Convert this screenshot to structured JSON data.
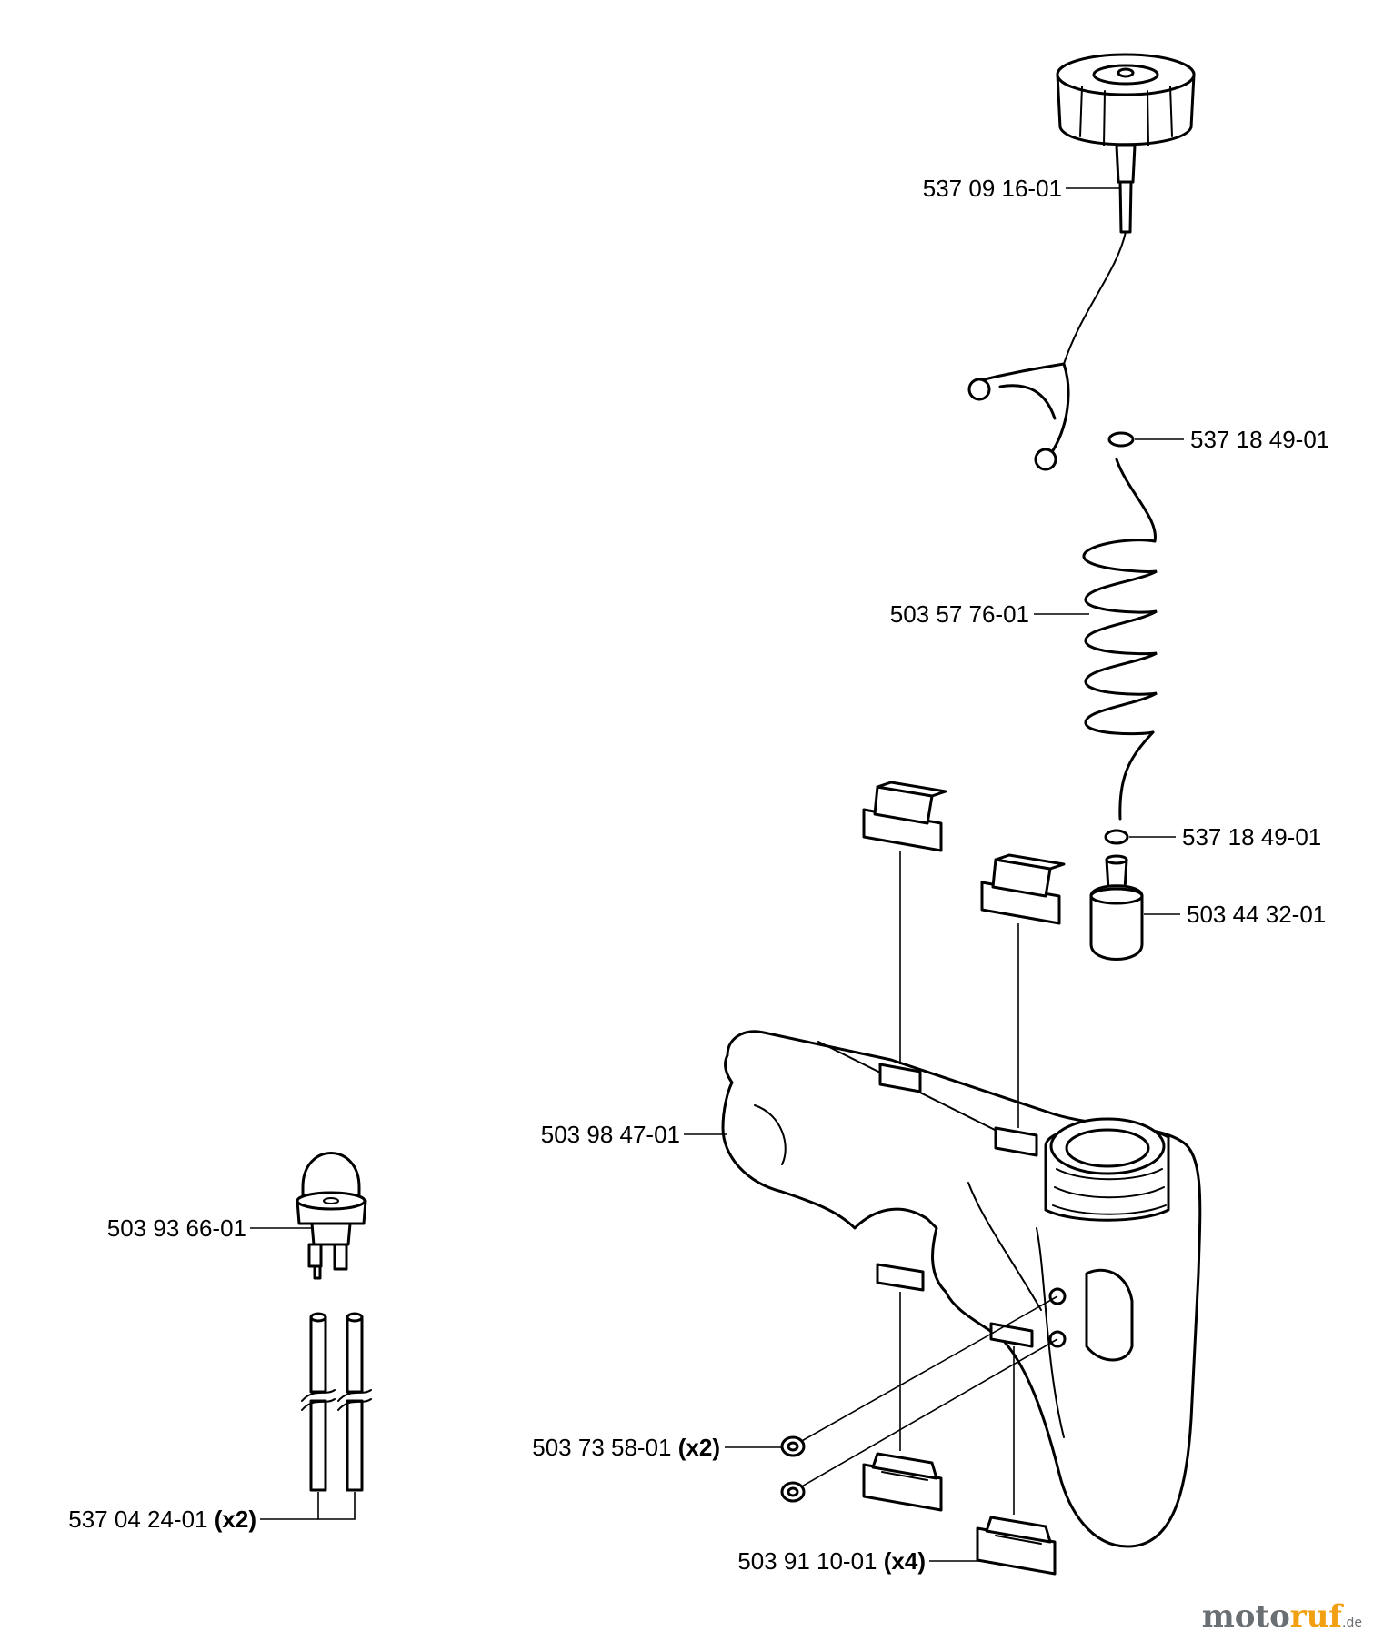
{
  "parts": [
    {
      "id": "tank-cap",
      "number": "537 09 16-01",
      "qty": ""
    },
    {
      "id": "o-ring-top",
      "number": "537 18 49-01",
      "qty": ""
    },
    {
      "id": "fuel-hose-coil",
      "number": "503 57 76-01",
      "qty": ""
    },
    {
      "id": "o-ring-bottom",
      "number": "537 18 49-01",
      "qty": ""
    },
    {
      "id": "fuel-filter",
      "number": "503 44 32-01",
      "qty": ""
    },
    {
      "id": "fuel-tank",
      "number": "503 98 47-01",
      "qty": ""
    },
    {
      "id": "primer-bulb",
      "number": "503 93 66-01",
      "qty": ""
    },
    {
      "id": "fuel-lines",
      "number": "537 04 24-01",
      "qty": "(x2)"
    },
    {
      "id": "plugs",
      "number": "503 73 58-01",
      "qty": "(x2)"
    },
    {
      "id": "rubber-mounts",
      "number": "503 91 10-01",
      "qty": "(x4)"
    }
  ],
  "watermark": {
    "part_a": "moto",
    "part_b": "ruf",
    "suffix": ".de"
  }
}
